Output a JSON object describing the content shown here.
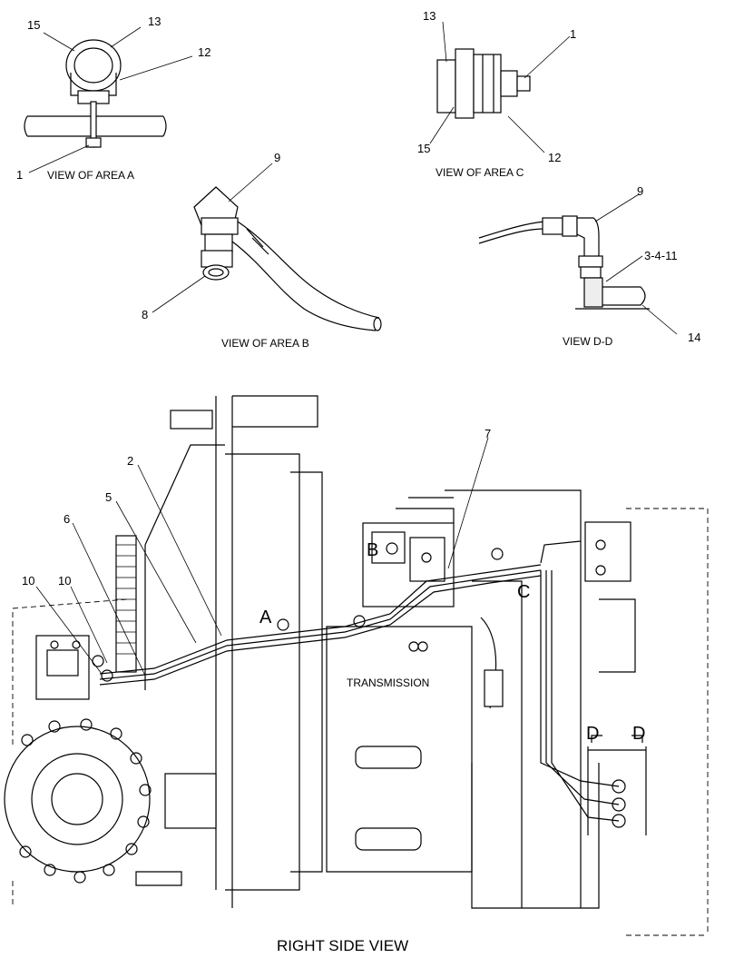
{
  "figure_title": "RIGHT SIDE VIEW",
  "views": {
    "area_a": {
      "caption": "VIEW OF AREA A",
      "callouts": [
        "15",
        "13",
        "12",
        "1"
      ]
    },
    "area_c": {
      "caption": "VIEW OF AREA C",
      "callouts": [
        "13",
        "1",
        "15",
        "12"
      ]
    },
    "area_b": {
      "caption": "VIEW OF AREA B",
      "callouts": [
        "9",
        "8"
      ]
    },
    "view_dd": {
      "caption": "VIEW D-D",
      "callouts": [
        "9",
        "3-4-11",
        "14"
      ]
    }
  },
  "main_view": {
    "callouts": [
      "7",
      "2",
      "5",
      "6",
      "10",
      "10"
    ],
    "area_markers": [
      "A",
      "B",
      "C",
      "D",
      "D"
    ],
    "component_label": "TRANSMISSION"
  }
}
